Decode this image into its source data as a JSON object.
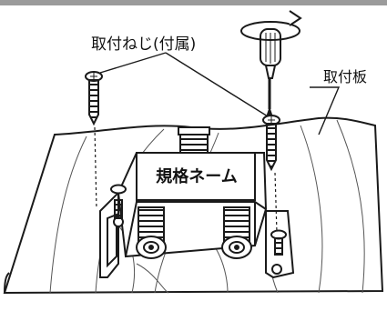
{
  "labels": {
    "screws": "取付ねじ(付属)",
    "mounting_plate": "取付板",
    "name_plate": "規格ネーム"
  },
  "colors": {
    "line": "#1a1a1a",
    "band": "#9b9b9b",
    "thread_fill": "#ffffff"
  },
  "icons": {
    "rotation": "clockwise-arrow-icon",
    "screwdriver": "screwdriver-icon"
  }
}
